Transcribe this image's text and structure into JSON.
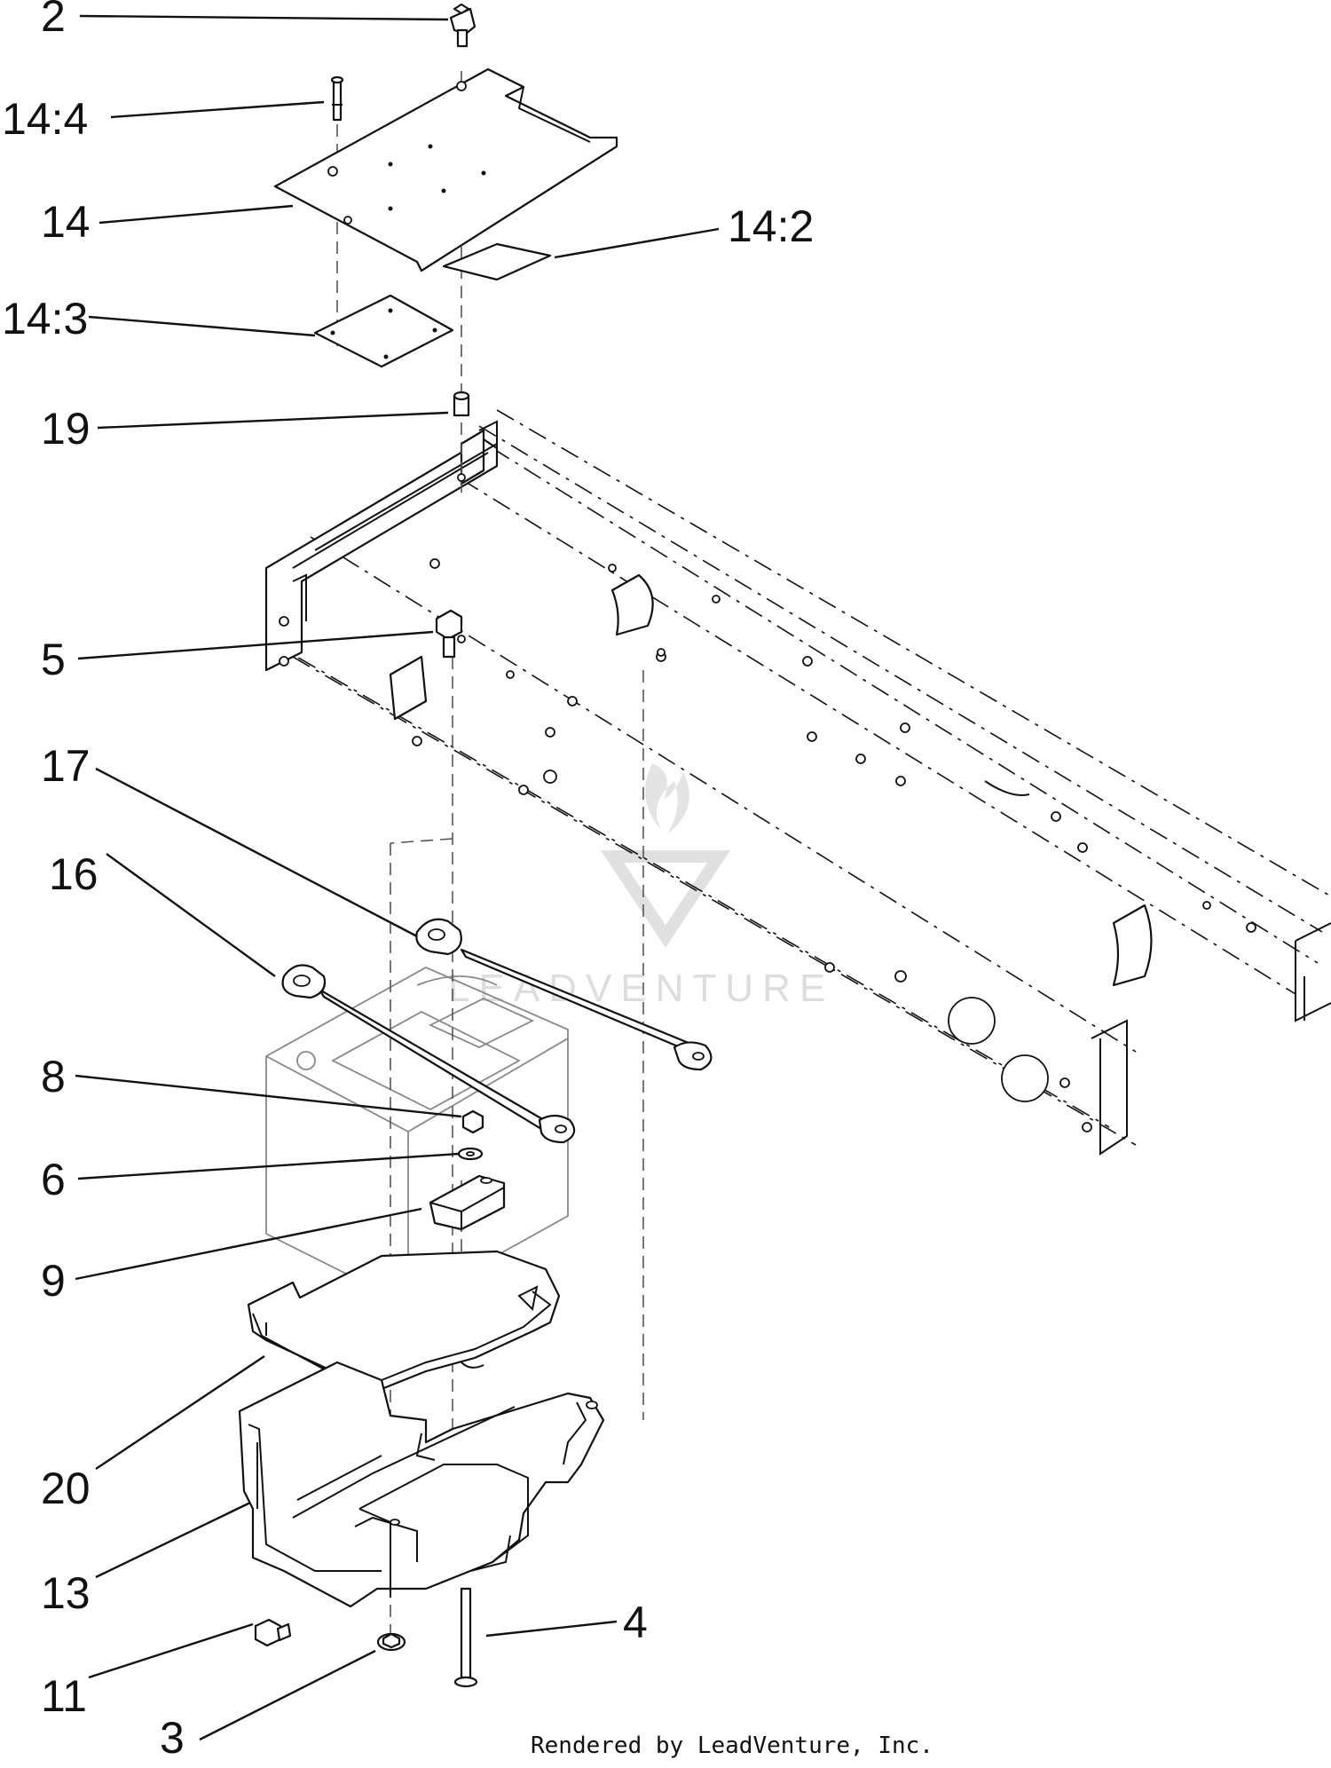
{
  "diagram": {
    "callouts": [
      {
        "id": "c2",
        "label": "2"
      },
      {
        "id": "c14-4",
        "label": "14:4"
      },
      {
        "id": "c14",
        "label": "14"
      },
      {
        "id": "c14-2",
        "label": "14:2"
      },
      {
        "id": "c14-3",
        "label": "14:3"
      },
      {
        "id": "c19",
        "label": "19"
      },
      {
        "id": "c5",
        "label": "5"
      },
      {
        "id": "c17",
        "label": "17"
      },
      {
        "id": "c16",
        "label": "16"
      },
      {
        "id": "c8",
        "label": "8"
      },
      {
        "id": "c6",
        "label": "6"
      },
      {
        "id": "c9",
        "label": "9"
      },
      {
        "id": "c20",
        "label": "20"
      },
      {
        "id": "c13",
        "label": "13"
      },
      {
        "id": "c4",
        "label": "4"
      },
      {
        "id": "c11",
        "label": "11"
      },
      {
        "id": "c3",
        "label": "3"
      }
    ],
    "footer": "Rendered by LeadVenture, Inc.",
    "watermark": "LEADVENTURE"
  }
}
